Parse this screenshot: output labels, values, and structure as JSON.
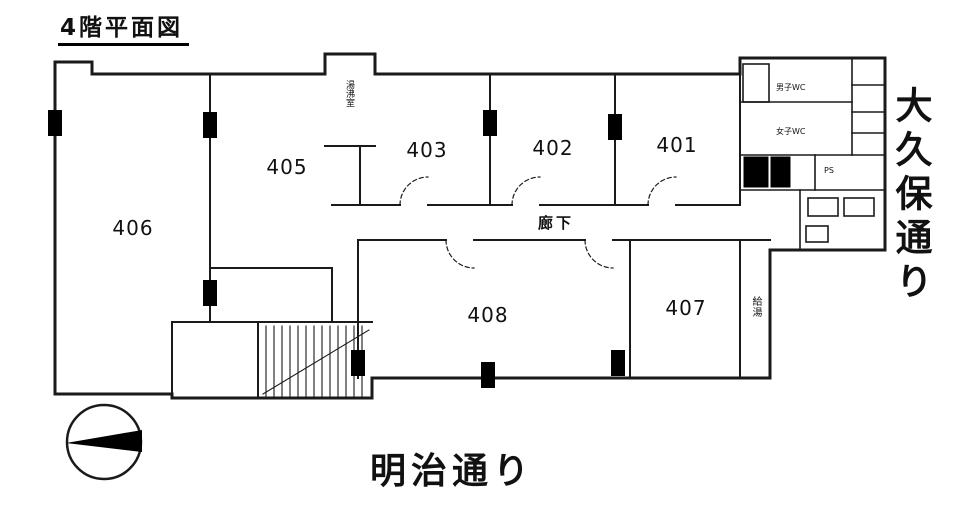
{
  "title": "4階平面図",
  "streets": {
    "right": "大久保通り",
    "bottom": "明治通り"
  },
  "corridor": {
    "label": "廊下"
  },
  "rooms": {
    "r401": "401",
    "r402": "402",
    "r403": "403",
    "r405": "405",
    "r406": "406",
    "r407": "407",
    "r408": "408"
  },
  "service": {
    "hot_water_room": "湯沸室",
    "water_supply": "給湯",
    "mens_wc": "男子WC",
    "womens_wc": "女子WC",
    "pipe_shaft": "PS"
  },
  "colors": {
    "line": "#1a1a1a",
    "fill": "#000000",
    "background": "#ffffff"
  }
}
